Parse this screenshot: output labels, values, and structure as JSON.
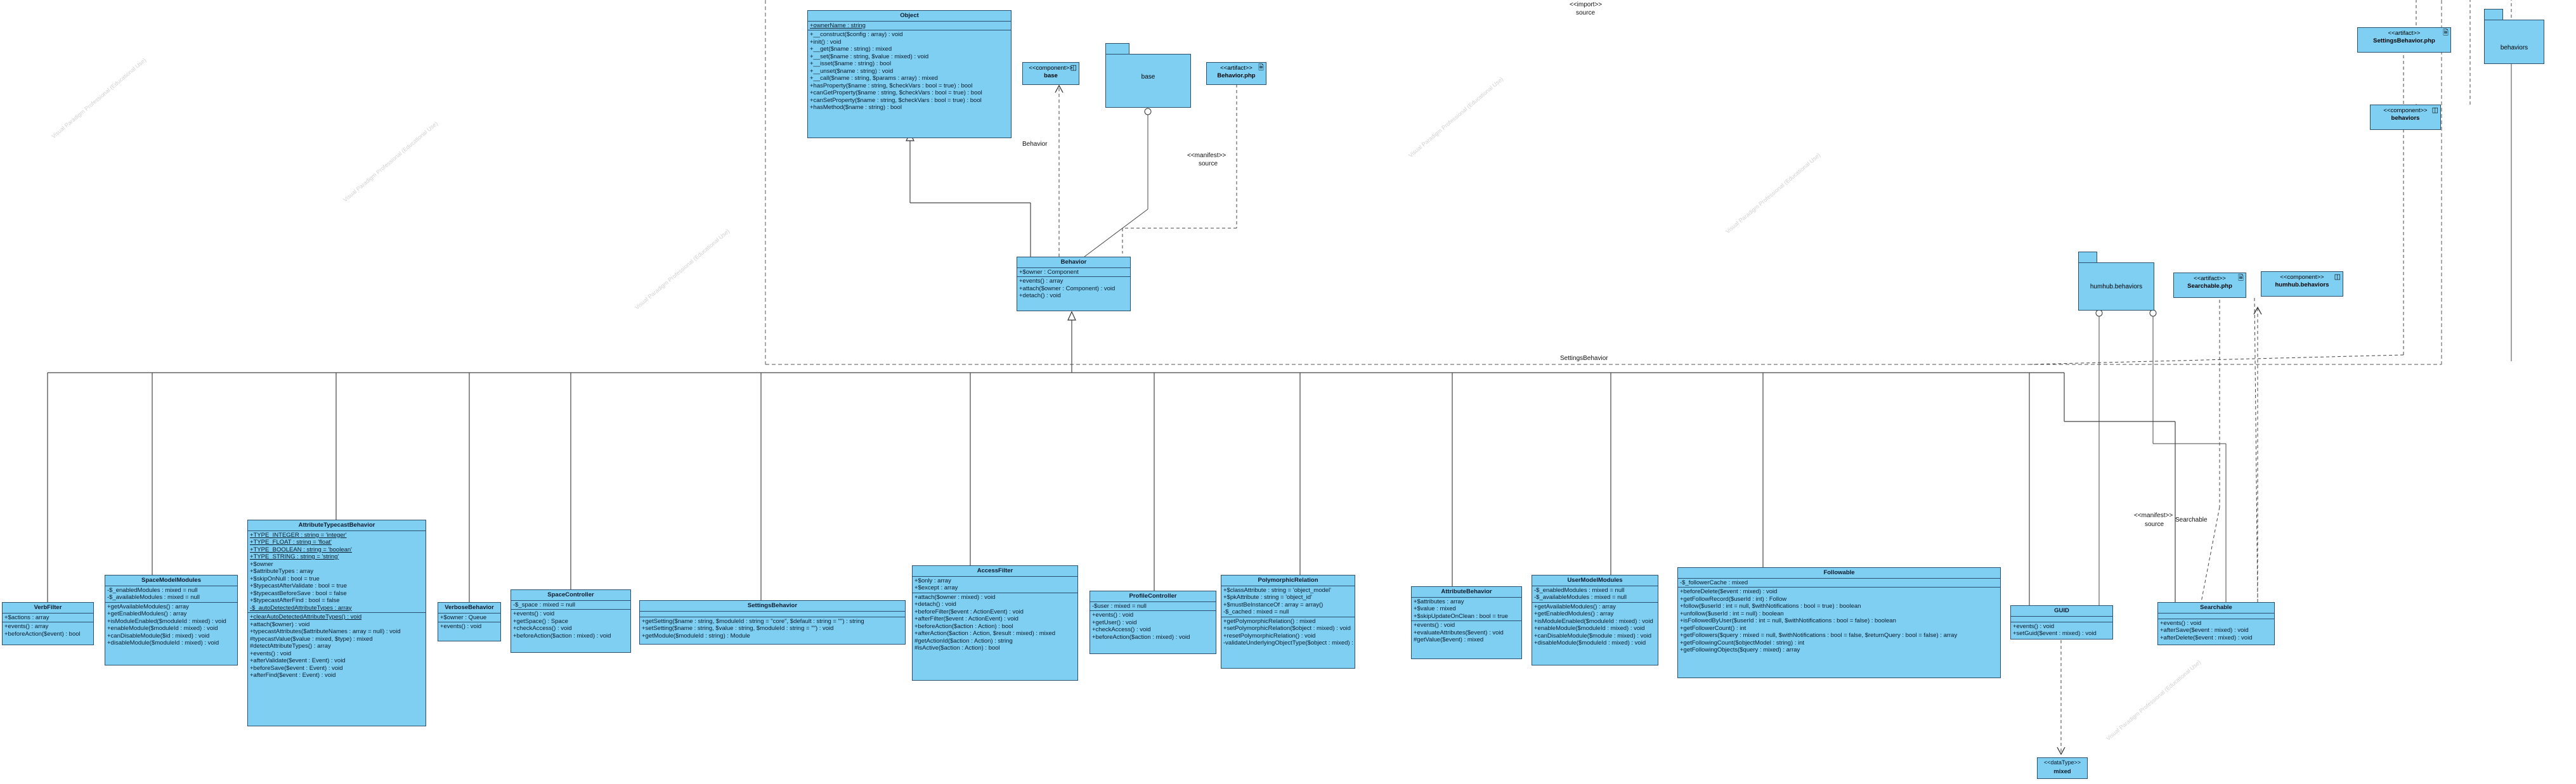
{
  "diagram": {
    "labels": {
      "import_top": "<<import>>",
      "source_top": "source",
      "behavior_label": "Behavior",
      "manifest_1": "<<manifest>>",
      "source_1": "source",
      "settings_behavior_label": "SettingsBehavior",
      "manifest_2": "<<manifest>>",
      "source_2": "source",
      "searchable_label": "Searchable"
    },
    "watermark": "Visual Paradigm Professional (Educational Use)",
    "object": {
      "name": "Object",
      "attrs": [
        "+ownerName : string"
      ],
      "ops": [
        "+__construct($config : array) : void",
        "+init() : void",
        "+__get($name : string) : mixed",
        "+__set($name : string, $value : mixed) : void",
        "+__isset($name : string) : bool",
        "+__unset($name : string) : void",
        "+__call($name : string, $params : array) : mixed",
        "+hasProperty($name : string, $checkVars : bool = true) : bool",
        "+canGetProperty($name : string, $checkVars : bool = true) : bool",
        "+canSetProperty($name : string, $checkVars : bool = true) : bool",
        "+hasMethod($name : string) : bool"
      ]
    },
    "component_base": {
      "stereo": "<<component>>",
      "name": "base"
    },
    "package_base": {
      "name": "base"
    },
    "artifact_behavior": {
      "stereo": "<<artifact>>",
      "name": "Behavior.php"
    },
    "behavior": {
      "name": "Behavior",
      "attrs": [
        "+$owner : Component"
      ],
      "ops": [
        "+events() : array",
        "+attach($owner : Component) : void",
        "+detach() : void"
      ]
    },
    "artifact_settings": {
      "stereo": "<<artifact>>",
      "name": "SettingsBehavior.php"
    },
    "package_behaviors": {
      "name": "behaviors"
    },
    "component_behaviors": {
      "stereo": "<<component>>",
      "name": "behaviors"
    },
    "package_humhub": {
      "name": "humhub.behaviors"
    },
    "artifact_searchable": {
      "stereo": "<<artifact>>",
      "name": "Searchable.php"
    },
    "component_humhub": {
      "stereo": "<<component>>",
      "name": "humhub.behaviors"
    },
    "classes": {
      "verbfilter": {
        "name": "VerbFilter",
        "attrs": [
          "+$actions : array"
        ],
        "ops": [
          "+events() : array",
          "+beforeAction($event) : bool"
        ]
      },
      "spacemodelmodules": {
        "name": "SpaceModelModules",
        "attrs": [
          "-$_enabledModules : mixed = null",
          "-$_availableModules : mixed = null"
        ],
        "ops": [
          "+getAvailableModules() : array",
          "+getEnabledModules() : array",
          "+isModuleEnabled($moduleId : mixed) : void",
          "+enableModule($moduleId : mixed) : void",
          "+canDisableModule($id : mixed) : void",
          "+disableModule($moduleId : mixed) : void"
        ]
      },
      "attributetypecast": {
        "name": "AttributeTypecastBehavior",
        "static_attrs": [
          "+TYPE_INTEGER : string = 'integer'",
          "+TYPE_FLOAT : string = 'float'",
          "+TYPE_BOOLEAN : string = 'boolean'",
          "+TYPE_STRING : string = 'string'"
        ],
        "attrs": [
          "+$owner",
          "+$attributeTypes : array",
          "+$skipOnNull : bool = true",
          "+$typecastAfterValidate : bool = true",
          "+$typecastBeforeSave : bool = false",
          "+$typecastAfterFind : bool = false",
          "-$_autoDetectedAttributeTypes : array"
        ],
        "static_ops": [
          "+clearAutoDetectedAttributeTypes() : void"
        ],
        "ops": [
          "+attach($owner) : void",
          "+typecastAttributes($attributeNames : array = null) : void",
          "#typecastValue($value : mixed, $type) : mixed",
          "#detectAttributeTypes() : array",
          "+events() : void",
          "+afterValidate($event : Event) : void",
          "+beforeSave($event : Event) : void",
          "+afterFind($event : Event) : void"
        ]
      },
      "verbosebehavior": {
        "name": "VerboseBehavior",
        "attrs": [
          "+$owner : Queue"
        ],
        "ops": [
          "+events() : void"
        ]
      },
      "spacecontroller": {
        "name": "SpaceController",
        "attrs": [
          "-$_space : mixed = null"
        ],
        "ops": [
          "+events() : void",
          "+getSpace() : Space",
          "+checkAccess() : void",
          "+beforeAction($action : mixed) : void"
        ]
      },
      "settingsbehavior": {
        "name": "SettingsBehavior",
        "attrs": [],
        "ops": [
          "+getSetting($name : string, $moduleId : string = \"core\", $default : string = \"\") : string",
          "+setSetting($name : string, $value : string, $moduleId : string = \"\") : void",
          "+getModule($moduleId : string) : Module"
        ]
      },
      "accessfilter": {
        "name": "AccessFilter",
        "attrs": [
          "+$only : array",
          "+$except : array"
        ],
        "ops": [
          "+attach($owner : mixed) : void",
          "+detach() : void",
          "+beforeFilter($event : ActionEvent) : void",
          "+afterFilter($event : ActionEvent) : void",
          "+beforeAction($action : Action) : bool",
          "+afterAction($action : Action, $result : mixed) : mixed",
          "#getActionId($action : Action) : string",
          "#isActive($action : Action) : bool"
        ]
      },
      "profilecontroller": {
        "name": "ProfileController",
        "attrs": [
          "-$user : mixed = null"
        ],
        "ops": [
          "+events() : void",
          "+getUser() : void",
          "+checkAccess() : void",
          "+beforeAction($action : mixed) : void"
        ]
      },
      "polymorphic": {
        "name": "PolymorphicRelation",
        "attrs": [
          "+$classAttribute : string = 'object_model'",
          "+$pkAttribute : string = 'object_id'",
          "+$mustBeInstanceOf : array = array()",
          "-$_cached : mixed = null"
        ],
        "ops": [
          "+getPolymorphicRelation() : mixed",
          "+setPolymorphicRelation($object : mixed) : void",
          "+resetPolymorphicRelation() : void",
          "-validateUnderlyingObjectType($object : mixed) : boolean"
        ]
      },
      "attributebehavior": {
        "name": "AttributeBehavior",
        "attrs": [
          "+$attributes : array",
          "+$value : mixed",
          "+$skipUpdateOnClean : bool = true"
        ],
        "ops": [
          "+events() : void",
          "+evaluateAttributes($event) : void",
          "#getValue($event) : mixed"
        ]
      },
      "usermodelmodules": {
        "name": "UserModelModules",
        "attrs": [
          "-$_enabledModules : mixed = null",
          "-$_availableModules : mixed = null"
        ],
        "ops": [
          "+getAvailableModules() : array",
          "+getEnabledModules() : array",
          "+isModuleEnabled($moduleId : mixed) : void",
          "+enableModule($moduleId : mixed) : void",
          "+canDisableModule($module : mixed) : void",
          "+disableModule($moduleId : mixed) : void"
        ]
      },
      "followable": {
        "name": "Followable",
        "attrs": [
          "-$_followerCache : mixed"
        ],
        "ops": [
          "+beforeDelete($event : mixed) : void",
          "+getFollowRecord($userId : int) : Follow",
          "+follow($userId : int = null, $withNotifications : bool = true) : boolean",
          "+unfollow($userId : int = null) : boolean",
          "+isFollowedByUser($userId : int = null, $withNotifications : bool = false) : boolean",
          "+getFollowerCount() : int",
          "+getFollowers($query : mixed = null, $withNotifications : bool = false, $returnQuery : bool = false) : array",
          "+getFollowingCount($objectModel : string) : int",
          "+getFollowingObjects($query : mixed) : array"
        ]
      },
      "guid": {
        "name": "GUID",
        "attrs": [],
        "ops": [
          "+events() : void",
          "+setGuid($event : mixed) : void"
        ]
      },
      "searchable": {
        "name": "Searchable",
        "attrs": [],
        "ops": [
          "+events() : void",
          "+afterSave($event : mixed) : void",
          "+afterDelete($event : mixed) : void"
        ]
      },
      "datatype_mixed": {
        "stereo": "<<dataType>>",
        "name": "mixed"
      }
    }
  }
}
